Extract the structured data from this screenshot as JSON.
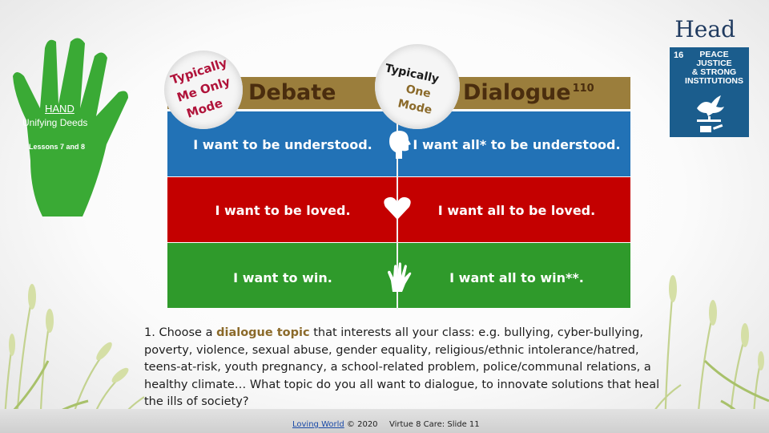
{
  "head_label": "Head",
  "sdg": {
    "number": "16",
    "title_lines": [
      "PEACE",
      "JUSTICE",
      "& STRONG",
      "INSTITUTIONS"
    ],
    "color": "#1b5d8d"
  },
  "hand_logo": {
    "title": "HAND",
    "subtitle": "Unifying Deeds",
    "lessons": "Lessons 7 and 8",
    "color": "#3aaa35"
  },
  "left_badge": {
    "lines": [
      "Typically",
      "Me Only",
      "Mode"
    ],
    "color": "#b0133a"
  },
  "middle_badge": {
    "lines": [
      "Typically",
      "One",
      "Mode"
    ],
    "line_colors": [
      "#1c1c1c",
      "#8b6a2a",
      "#8b6a2a"
    ]
  },
  "header": {
    "debate": "Debate",
    "dialogue": "Dialogue",
    "dialogue_ref": "110",
    "band_color": "#9b7e3c"
  },
  "rows": [
    {
      "left": "I want to be understood.",
      "right": "I want all* to be understood.",
      "icon": "head-silhouette-icon",
      "color": "#2272b6"
    },
    {
      "left": "I want to be loved.",
      "right": "I want all to be loved.",
      "icon": "heart-icon",
      "color": "#c40000"
    },
    {
      "left": "I want to win.",
      "right": "I want all to win**.",
      "icon": "hand-icon",
      "color": "#2f9a2b"
    }
  ],
  "instructions": {
    "prefix": "1. Choose a ",
    "topic": "dialogue topic",
    "rest": " that interests all your class: e.g. bullying, cyber-bullying, poverty, violence, sexual abuse, gender equality, religious/ethnic intolerance/hatred, teens-at-risk, youth pregnancy, a school-related problem, police/communal relations, a healthy climate… What topic do you all want to dialogue, to innovate solutions that heal the ills of society?"
  },
  "footer": {
    "link": "Loving World",
    "copyright": " © 2020",
    "slide": "Virtue 8 Care: Slide 11"
  }
}
